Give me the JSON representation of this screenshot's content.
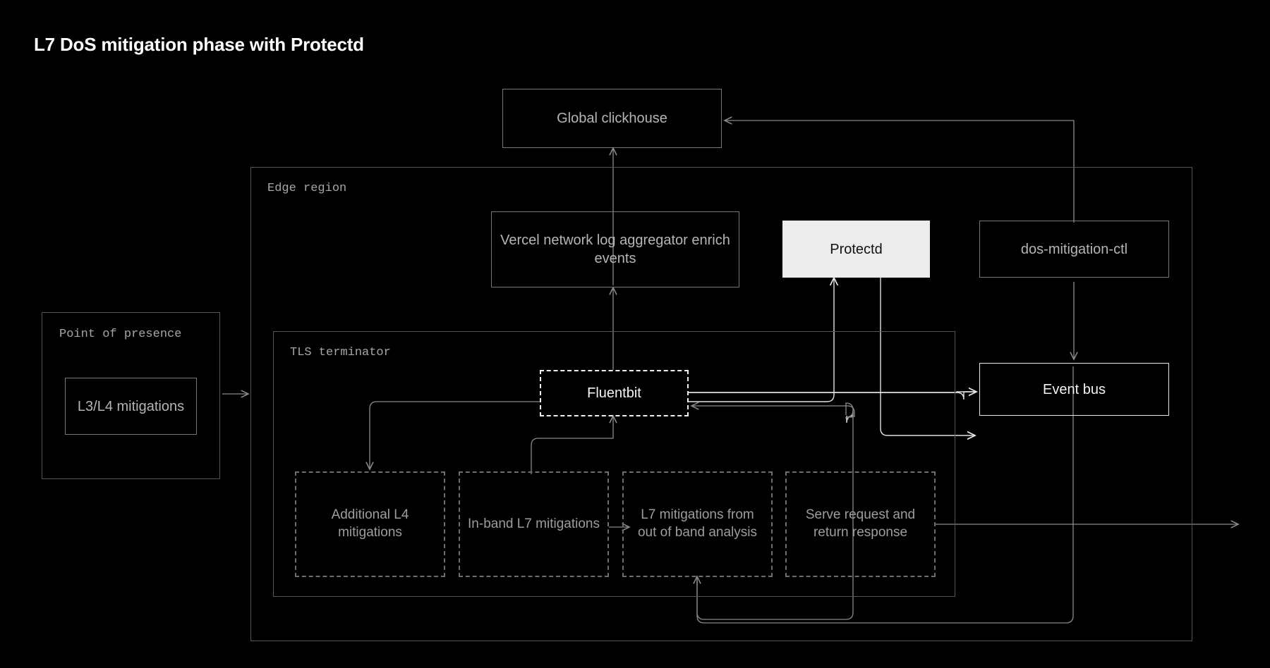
{
  "page": {
    "title": "L7 DoS mitigation phase with Protectd",
    "background_color": "#000000",
    "title_color": "#ffffff",
    "edge_color": "#8a8a8a"
  },
  "groups": [
    {
      "id": "edge-region",
      "label": "Edge region",
      "style": "container"
    },
    {
      "id": "tls-terminator",
      "label": "TLS terminator",
      "style": "container"
    },
    {
      "id": "point-of-presence",
      "label": "Point of presence",
      "style": "container"
    }
  ],
  "nodes": [
    {
      "id": "global-clickhouse",
      "label": "Global clickhouse",
      "style": "solid-gray"
    },
    {
      "id": "vercel-aggregator",
      "label": "Vercel network log aggregator enrich events",
      "style": "solid-gray"
    },
    {
      "id": "protectd",
      "label": "Protectd",
      "style": "filled",
      "fill": "#ececec",
      "text_color": "#111111"
    },
    {
      "id": "dos-mitigation-ctl",
      "label": "dos-mitigation-ctl",
      "style": "solid-gray"
    },
    {
      "id": "event-bus",
      "label": "Event bus",
      "style": "solid-white"
    },
    {
      "id": "fluentbit",
      "label": "Fluentbit",
      "style": "dashed-white"
    },
    {
      "id": "l3l4-mitigations",
      "label": "L3/L4 mitigations",
      "style": "solid-gray"
    },
    {
      "id": "additional-l4",
      "label": "Additional L4 mitigations",
      "style": "dashed-gray"
    },
    {
      "id": "in-band-l7",
      "label": "In-band L7 mitigations",
      "style": "dashed-gray"
    },
    {
      "id": "l7-out-of-band",
      "label": "L7 mitigations from out of band analysis",
      "style": "dashed-gray"
    },
    {
      "id": "serve-request",
      "label": "Serve request and return response",
      "style": "dashed-gray"
    }
  ],
  "edges": [
    {
      "from": "vercel-aggregator",
      "to": "global-clickhouse",
      "arrow": "end"
    },
    {
      "from": "fluentbit",
      "to": "vercel-aggregator",
      "arrow": "end"
    },
    {
      "from": "dos-mitigation-ctl",
      "to": "global-clickhouse",
      "arrow": "end"
    },
    {
      "from": "dos-mitigation-ctl",
      "to": "event-bus",
      "arrow": "end"
    },
    {
      "from": "fluentbit",
      "to": "protectd",
      "arrow": "end"
    },
    {
      "from": "protectd",
      "to": "event-bus",
      "arrow": "end"
    },
    {
      "from": "fluentbit",
      "to": "event-bus",
      "arrow": "end"
    },
    {
      "from": "point-of-presence",
      "to": "tls-terminator",
      "arrow": "end"
    },
    {
      "from": "fluentbit",
      "to": "additional-l4",
      "arrow": "end"
    },
    {
      "from": "in-band-l7",
      "to": "fluentbit",
      "arrow": "end"
    },
    {
      "from": "in-band-l7",
      "to": "l7-out-of-band",
      "arrow": "end"
    },
    {
      "from": "event-bus",
      "to": "l7-out-of-band",
      "arrow": "end"
    },
    {
      "from": "serve-request",
      "to": "fluentbit",
      "arrow": "end"
    },
    {
      "from": "serve-request",
      "to": "external-client",
      "arrow": "end"
    }
  ]
}
